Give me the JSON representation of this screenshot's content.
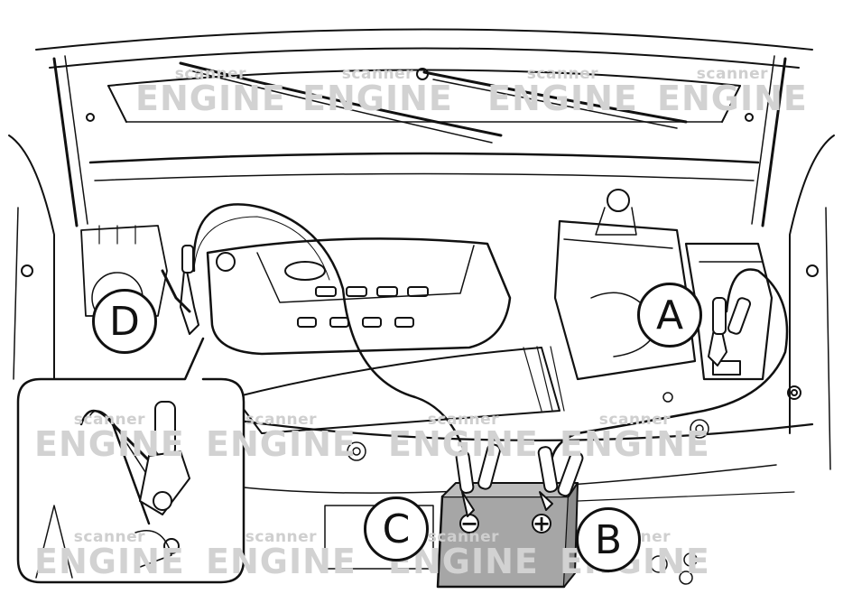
{
  "callouts": {
    "a": "A",
    "b": "B",
    "c": "C",
    "d": "D"
  },
  "battery": {
    "negative_symbol": "−",
    "positive_symbol": "+"
  },
  "watermark": {
    "small": "scanner",
    "big": "ENGINE"
  },
  "colors": {
    "line": "#111111",
    "watermark": "#d2d2d2",
    "battery_fill": "#a6a6a6",
    "background": "#ffffff"
  }
}
